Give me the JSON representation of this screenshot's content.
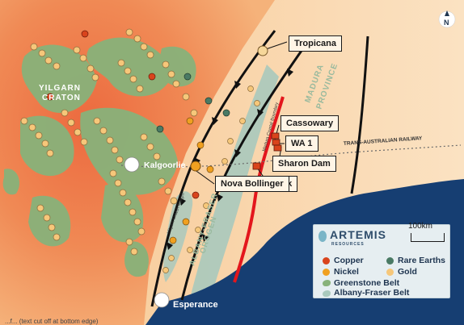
{
  "regions": {
    "yilgarn_line1": "YILGARN",
    "yilgarn_line2": "CRATON",
    "albany_line1": "ALBANY-FRASER",
    "albany_line2": "OROGEN",
    "madura_line1": "MADURA",
    "madura_line2": "PROVINCE",
    "railway": "TRANS-AUSTRALIAN RAILWAY",
    "craton_margin": "Yilgarn Craton Margin",
    "crustal_boundary": "Madura Crustal Boundary"
  },
  "places": {
    "kalgoorlie": "Kalgoorlie",
    "esperance": "Esperance"
  },
  "callouts": {
    "tropicana": "Tropicana",
    "cassowary": "Cassowary",
    "wa1": "WA 1",
    "sharon_dam": "Sharon Dam",
    "teck": "Teck",
    "nova_bollinger": "Nova Bollinger"
  },
  "compass": "N",
  "legend": {
    "brand": "ARTEMIS",
    "brand_sub": "RESOURCES",
    "scale": "100km",
    "copper": "Copper",
    "nickel": "Nickel",
    "rare_earths": "Rare Earths",
    "gold": "Gold",
    "greenstone": "Greenstone Belt",
    "albany_fraser": "Albany-Fraser Belt"
  },
  "caption": "...f... (text cut off at bottom edge)",
  "colors": {
    "ocean": "#163e72",
    "craton": "#ee7a4d",
    "greenstone": "#88b27a",
    "albany_belt": "#a9c9bd",
    "copper": "#d9441c",
    "nickel": "#f0a020",
    "gold": "#f6c77a",
    "rare_earths": "#4a7a64",
    "fault": "#e3161c"
  }
}
